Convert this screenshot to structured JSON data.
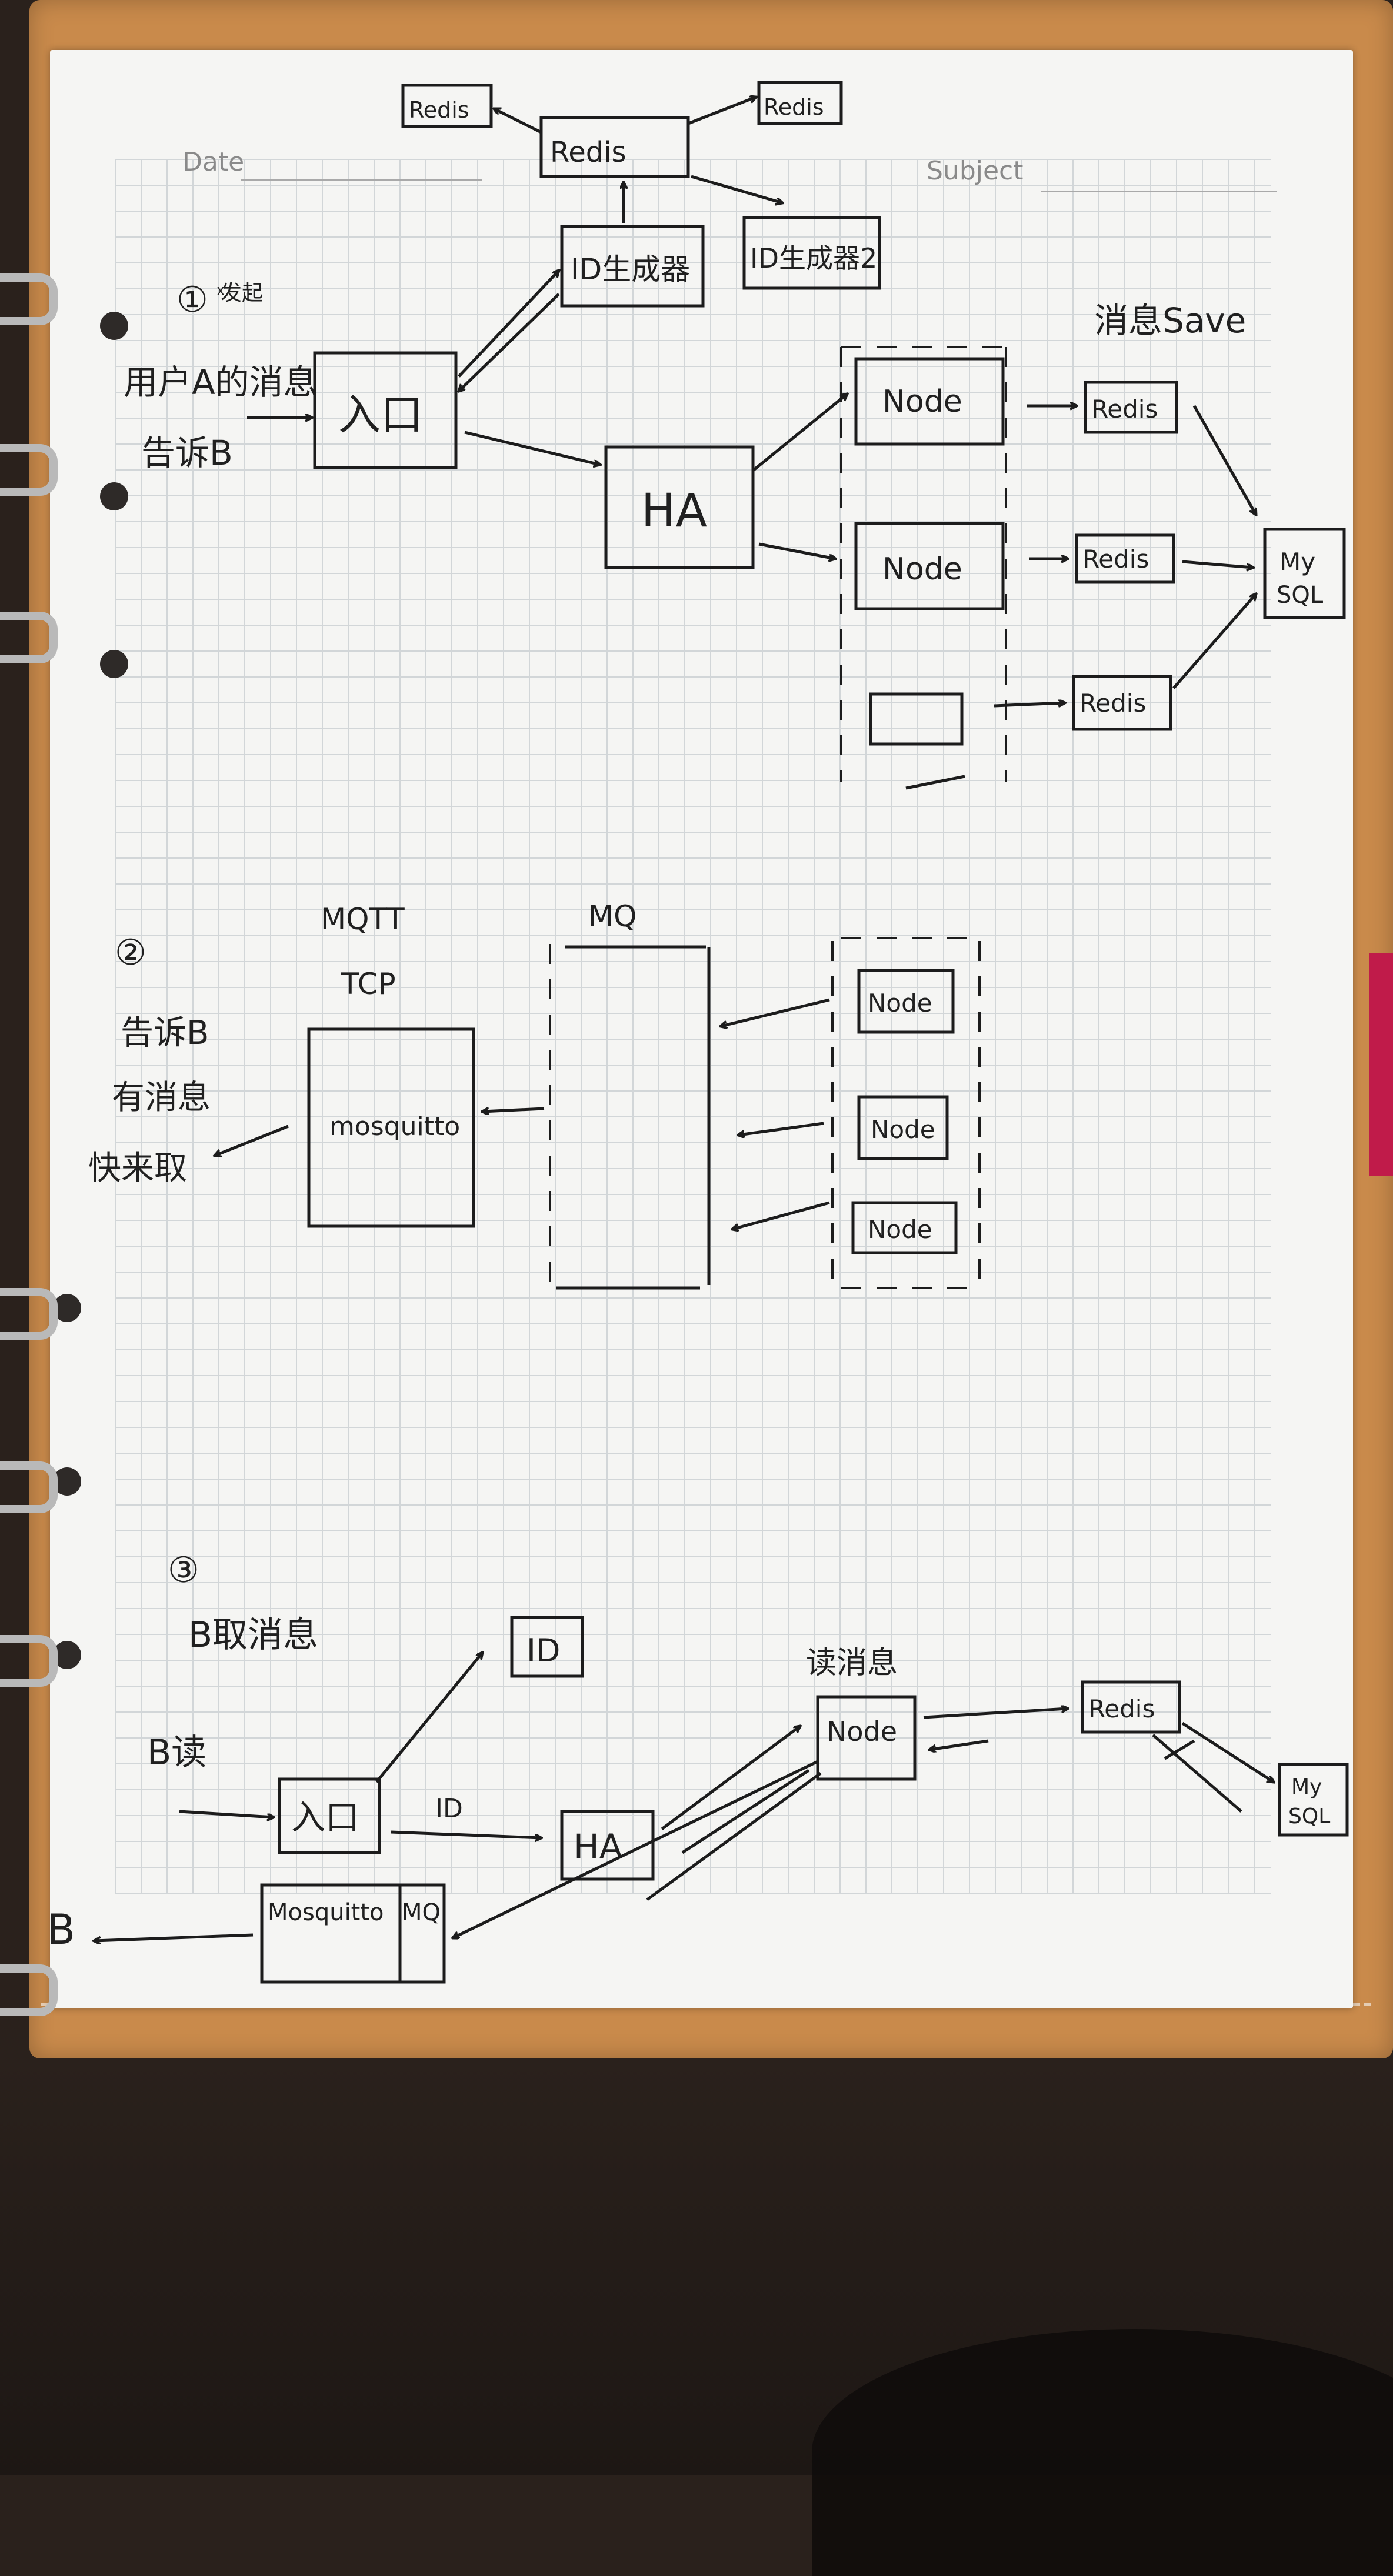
{
  "header": {
    "date_label": "Date",
    "subject_label": "Subject"
  },
  "section1": {
    "number": "①",
    "small_note": "ͯ发起",
    "user_note_lines": [
      "用户A的消息",
      "告诉B"
    ],
    "entry_label": "入口",
    "ha_label": "HA",
    "redis_center": "Redis",
    "redis_left": "Redis",
    "redis_right": "Redis",
    "idgen_1": "ID生成器",
    "idgen_2": "ID生成器2",
    "save_note": "消息Save",
    "node_1": "Node",
    "node_2": "Node",
    "redis_n1": "Redis",
    "redis_n2": "Redis",
    "redis_n3": "Redis",
    "mysql_lines": [
      "My",
      "SQL"
    ]
  },
  "section2": {
    "number": "②",
    "mqtt_label": "MQTT",
    "tcp_label": "TCP",
    "mq_label": "MQ",
    "mosquitto_label": "mosquitto",
    "note_lines": [
      "告诉B",
      "有消息",
      "快来取"
    ],
    "node_1": "Node",
    "node_2": "Node",
    "node_3": "Node"
  },
  "section3": {
    "number": "③",
    "b_fetch": "B取消息",
    "b_read": "B读",
    "entry_label": "入口",
    "id_box": "ID",
    "id_arrow_label": "ID",
    "ha_label": "HA",
    "read_label": "读消息",
    "node_label": "Node",
    "redis_label": "Redis",
    "mysql_lines": [
      "My",
      "SQL"
    ],
    "b_target": "B",
    "mosquitto_label": "Mosquitto",
    "mq_label": "MQ"
  }
}
